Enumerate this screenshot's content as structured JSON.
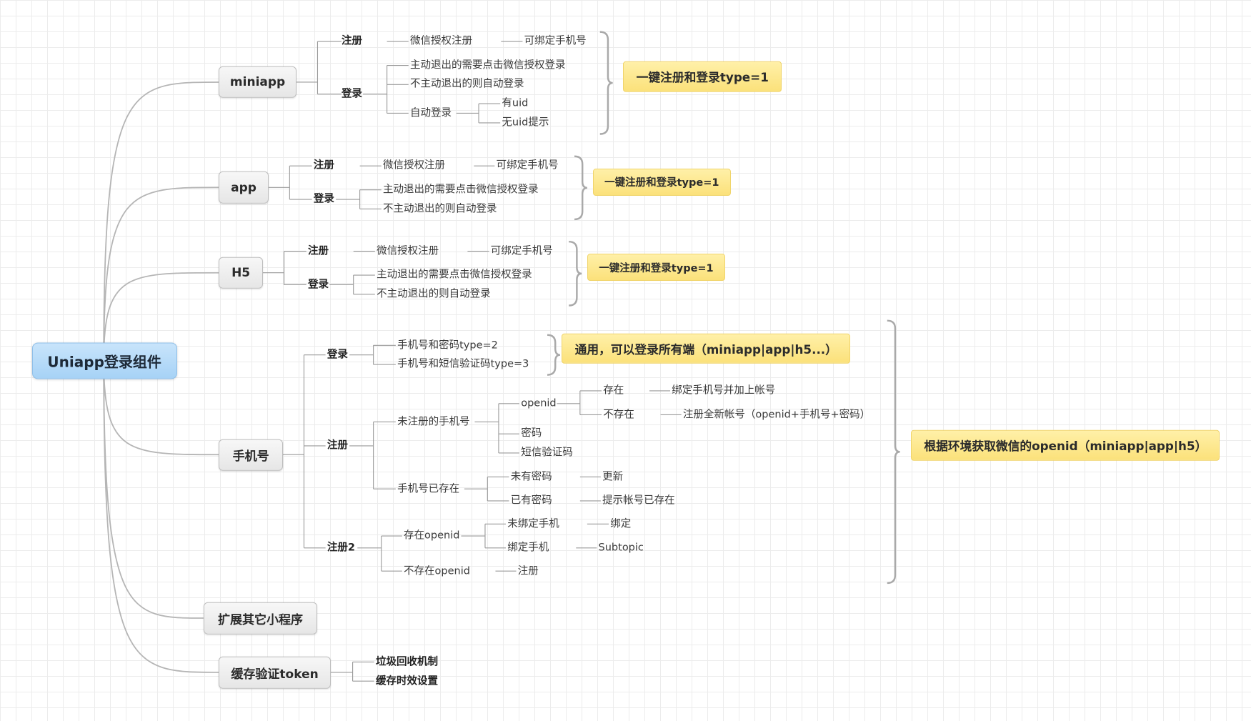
{
  "root": {
    "label": "Uniapp登录组件"
  },
  "branches": {
    "miniapp": "miniapp",
    "app": "app",
    "h5": "H5",
    "phone": "手机号",
    "extend": "扩展其它小程序",
    "cache": "缓存验证token"
  },
  "miniapp": {
    "register": "注册",
    "login": "登录",
    "wechat_register": "微信授权注册",
    "bind_phone": "可绑定手机号",
    "manual_logout": "主动退出的需要点击微信授权登录",
    "auto_logout": "不主动退出的则自动登录",
    "auto_login": "自动登录",
    "has_uid": "有uid",
    "no_uid": "无uid提示",
    "summary": "一键注册和登录type=1"
  },
  "app": {
    "register": "注册",
    "login": "登录",
    "wechat_register": "微信授权注册",
    "bind_phone": "可绑定手机号",
    "manual_logout": "主动退出的需要点击微信授权登录",
    "auto_logout": "不主动退出的则自动登录",
    "summary": "一键注册和登录type=1"
  },
  "h5": {
    "register": "注册",
    "login": "登录",
    "wechat_register": "微信授权注册",
    "bind_phone": "可绑定手机号",
    "manual_logout": "主动退出的需要点击微信授权登录",
    "auto_logout": "不主动退出的则自动登录",
    "summary": "一键注册和登录type=1"
  },
  "phone": {
    "login": "登录",
    "pwd_login": "手机号和密码type=2",
    "sms_login": "手机号和短信验证码type=3",
    "login_summary": "通用，可以登录所有端（miniapp|app|h5...）",
    "register": "注册",
    "unregistered": "未注册的手机号",
    "openid": "openid",
    "exists": "存在",
    "bind_add": "绑定手机号并加上帐号",
    "not_exists": "不存在",
    "new_account": "注册全新帐号（openid+手机号+密码）",
    "password": "密码",
    "sms_code": "短信验证码",
    "phone_exists": "手机号已存在",
    "no_password": "未有密码",
    "update": "更新",
    "has_password": "已有密码",
    "tip_exists": "提示帐号已存在",
    "register2": "注册2",
    "has_openid": "存在openid",
    "unbound_phone": "未绑定手机",
    "bind": "绑定",
    "bound_phone": "绑定手机",
    "subtopic": "Subtopic",
    "no_openid": "不存在openid",
    "register_leaf": "注册",
    "big_summary": "根据环境获取微信的openid（miniapp|app|h5）"
  },
  "cache": {
    "gc": "垃圾回收机制",
    "expiry": "缓存时效设置"
  },
  "colors": {
    "background": "#ffffff",
    "grid": "#ececec",
    "root_fill": "#b7dbf9",
    "branch_fill": "#efefef",
    "summary_fill": "#fde990",
    "connector": "#9a9a9a",
    "curve": "#b5b5b5"
  }
}
